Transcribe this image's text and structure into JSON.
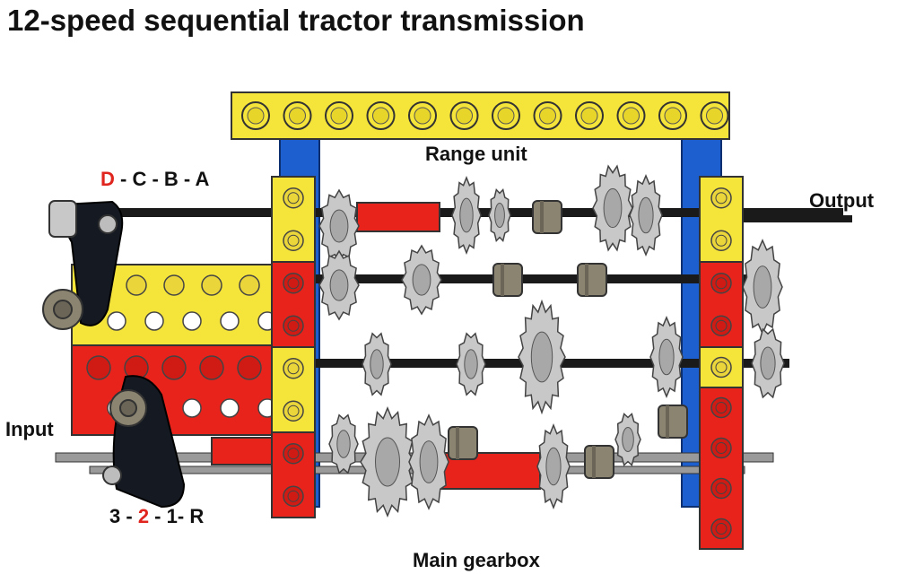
{
  "title": "12-speed sequential tractor transmission",
  "labels": {
    "range_unit": "Range unit",
    "output": "Output",
    "input": "Input",
    "main_gearbox": "Main gearbox"
  },
  "range_selector": {
    "positions": [
      "D",
      "C",
      "B",
      "A"
    ],
    "separator": " - ",
    "active": "D"
  },
  "main_selector": {
    "positions": [
      "3",
      "2",
      "1",
      "R"
    ],
    "active": "2"
  },
  "colors": {
    "beam_yellow": "#f5e43a",
    "beam_red": "#e8231c",
    "frame_blue": "#1e5fd0",
    "axle_black": "#1a1a1a",
    "gear_gray": "#c8c8c8",
    "connector_olive": "#8a8470",
    "highlight_red": "#e0241e"
  }
}
